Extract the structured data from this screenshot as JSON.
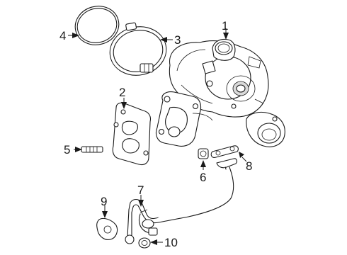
{
  "callouts": {
    "c1": "1",
    "c2": "2",
    "c3": "3",
    "c4": "4",
    "c5": "5",
    "c6": "6",
    "c7": "7",
    "c8": "8",
    "c9": "9",
    "c10": "10"
  },
  "colors": {
    "line": "#1a1a1a",
    "fill": "#ffffff",
    "shade": "#d9d9d9"
  }
}
